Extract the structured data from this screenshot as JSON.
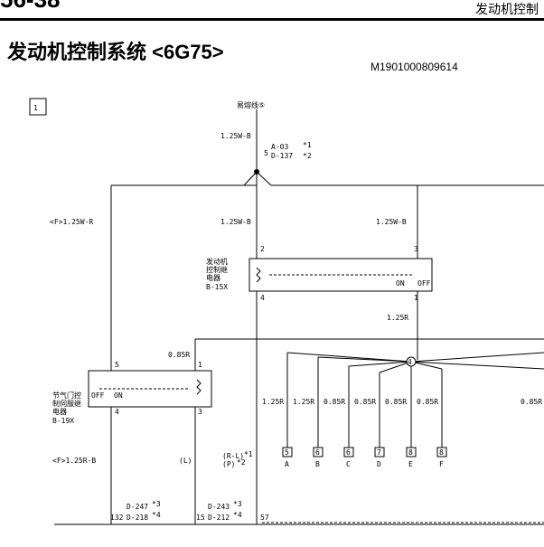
{
  "header": {
    "page_number": "56-38",
    "section": "发动机控制",
    "title": "发动机控制系统 <6G75>",
    "doc_code": "M1901000809614"
  },
  "diagram": {
    "sheet_index": "1",
    "fusible_link": "易熔线⑤",
    "top_wire": "1.25W-B",
    "splice_pin": "5",
    "conn_a03": "A-03",
    "conn_d137": "D-137",
    "star1": "*1",
    "star2": "*2",
    "star3": "*3",
    "star4": "*4",
    "left_wire": "<F>1.25W-R",
    "mid_wire": "1.25W-B",
    "right_wire": "1.25W-B",
    "relay1": {
      "l1": "发动机",
      "l2": "控制继",
      "l3": "电器",
      "conn": "B-15X",
      "p2": "2",
      "p3": "3",
      "p4": "4",
      "p1": "1",
      "on": "ON",
      "off": "OFF"
    },
    "bus_wire": "1.25R",
    "wire_085r_left": "0.85R",
    "relay2": {
      "l1": "节气门控",
      "l2": "制伺服继",
      "l3": "电器",
      "conn": "B-19X",
      "p5": "5",
      "p1": "1",
      "p4": "4",
      "p3": "3",
      "off": "OFF",
      "on": "ON"
    },
    "splice4": "4",
    "branch_labels": [
      "1.25R",
      "1.25R",
      "0.85R",
      "0.85R",
      "0.85R",
      "0.85R"
    ],
    "branch_far": "0.85R",
    "term_numbers": [
      "5",
      "6",
      "6",
      "7",
      "8",
      "8"
    ],
    "term_letters": [
      "A",
      "B",
      "C",
      "D",
      "E",
      "F"
    ],
    "left_wire2": "<F>1.25R-B",
    "l_label": "(L)",
    "rl_label": "(R-L)",
    "p_label": "(P)",
    "c132": "132",
    "d247": "D-247",
    "d218": "D-218",
    "c15": "15",
    "d243": "D-243",
    "d212": "D-212",
    "c57": "57"
  }
}
